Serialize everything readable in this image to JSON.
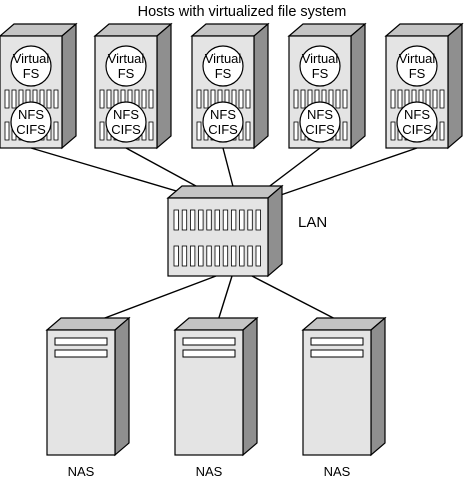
{
  "title": "Hosts with virtualized file system",
  "hosts": [
    {
      "fs_line1": "Virtual",
      "fs_line2": "FS",
      "proto_line1": "NFS",
      "proto_line2": "CIFS"
    },
    {
      "fs_line1": "Virtual",
      "fs_line2": "FS",
      "proto_line1": "NFS",
      "proto_line2": "CIFS"
    },
    {
      "fs_line1": "Virtual",
      "fs_line2": "FS",
      "proto_line1": "NFS",
      "proto_line2": "CIFS"
    },
    {
      "fs_line1": "Virtual",
      "fs_line2": "FS",
      "proto_line1": "NFS",
      "proto_line2": "CIFS"
    },
    {
      "fs_line1": "Virtual",
      "fs_line2": "FS",
      "proto_line1": "NFS",
      "proto_line2": "CIFS"
    }
  ],
  "switch_label": "LAN",
  "nas": [
    {
      "label": "NAS"
    },
    {
      "label": "NAS"
    },
    {
      "label": "NAS"
    }
  ],
  "colors": {
    "front": "#e4e4e4",
    "side": "#8f8f8f",
    "top": "#c4c4c4",
    "stroke": "#000000",
    "circle": "#ffffff"
  }
}
